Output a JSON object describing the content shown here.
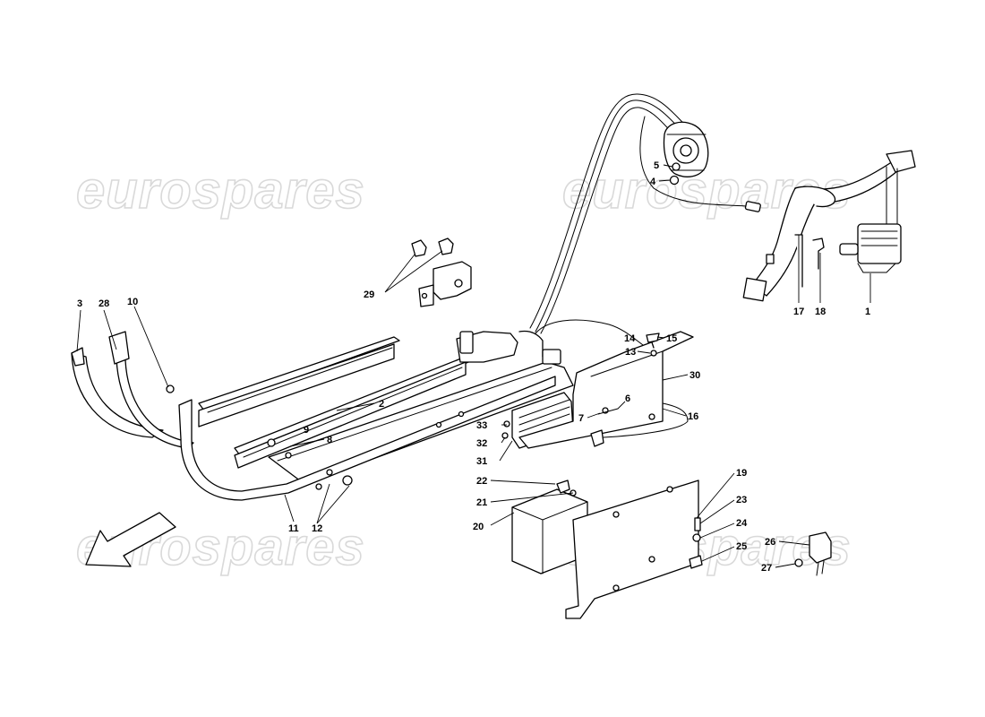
{
  "watermark": {
    "text": "eurospares"
  },
  "callouts": {
    "c1": "1",
    "c2": "2",
    "c3": "3",
    "c4": "4",
    "c5": "5",
    "c6": "6",
    "c7": "7",
    "c8": "8",
    "c9": "9",
    "c10": "10",
    "c11": "11",
    "c12": "12",
    "c13": "13",
    "c14": "14",
    "c15": "15",
    "c16": "16",
    "c17": "17",
    "c18": "18",
    "c19": "19",
    "c20": "20",
    "c21": "21",
    "c22": "22",
    "c23": "23",
    "c24": "24",
    "c25": "25",
    "c26": "26",
    "c27": "27",
    "c28": "28",
    "c29": "29",
    "c30": "30",
    "c31": "31",
    "c32": "32",
    "c33": "33"
  }
}
